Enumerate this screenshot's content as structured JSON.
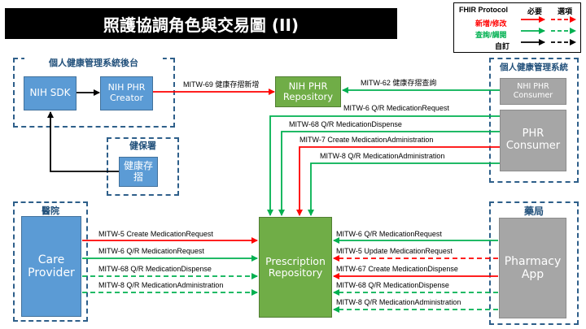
{
  "title": "照護協調角色與交易圖 (II)",
  "legend": {
    "header": "FHIR Protocol",
    "col_required": "必要",
    "col_optional": "選項",
    "rows": [
      {
        "label": "新增/修改",
        "color": "#ff0000"
      },
      {
        "label": "查詢/調閱",
        "color": "#00b050"
      },
      {
        "label": "自訂",
        "color": "#000000"
      }
    ]
  },
  "groups": {
    "phr_backend": "個人健康管理系統後台",
    "nhi": "健保署",
    "phr_system": "個人健康管理系統",
    "hospital": "醫院",
    "pharmacy": "藥局"
  },
  "actors": {
    "nih_sdk": "NIH SDK",
    "nih_phr_creator": "NIH PHR Creator",
    "nih_phr_repository": "NIH PHR Repository",
    "nhi_phr_consumer": "NHI PHR Consumer",
    "phr_consumer": "PHR Consumer",
    "health_passbook": "健康存摺",
    "care_provider": "Care Provider",
    "prescription_repository": "Prescription Repository",
    "pharmacy_app": "Pharmacy App"
  },
  "transactions": {
    "mitw69": "MITW-69 健康存摺新增",
    "mitw62": "MITW-62 健康存摺查詢",
    "phr_mitw6": "MITW-6 Q/R MedicationRequest",
    "phr_mitw68": "MITW-68 Q/R MedicationDispense",
    "phr_mitw7": "MITW-7 Create MedicationAdministration",
    "phr_mitw8": "MITW-8 Q/R MedicationAdministration",
    "cp_mitw5": "MITW-5 Create MedicationRequest",
    "cp_mitw6": "MITW-6 Q/R MedicationRequest",
    "cp_mitw68": "MITW-68 Q/R MedicationDispense",
    "cp_mitw8": "MITW-8 Q/R MedicationAdministration",
    "ph_mitw6": "MITW-6 Q/R MedicationRequest",
    "ph_mitw5": "MITW-5 Update MedicationRequest",
    "ph_mitw67": "MITW-67 Create MedicationDispense",
    "ph_mitw68": "MITW-68 Q/R MedicationDispense",
    "ph_mitw8": "MITW-8 Q/R MedicationAdministration"
  },
  "colors": {
    "create": "#ff0000",
    "query": "#00b050",
    "custom": "#000000",
    "actor_blue": "#5b9bd5",
    "actor_green": "#70ad47",
    "actor_gray": "#a6a6a6",
    "group_border": "#2e5f8a"
  }
}
